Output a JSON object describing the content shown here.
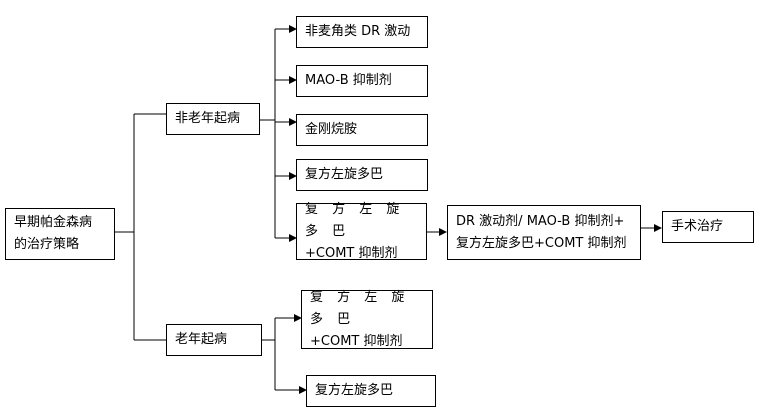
{
  "root": {
    "line1": "早期帕金森病",
    "line2": "的治疗策略"
  },
  "branches": {
    "young": {
      "label": "非老年起病"
    },
    "old": {
      "label": "老年起病"
    }
  },
  "young_options": [
    "非麦角类 DR 激动",
    "MAO-B 抑制剂",
    "金刚烷胺",
    "复方左旋多巴"
  ],
  "young_combo": {
    "line1": "复 方 左 旋 多 巴",
    "line2": "+COMT 抑制剂"
  },
  "escalation": {
    "line1": "DR 激动剂/ MAO-B 抑制剂+",
    "line2": "复方左旋多巴+COMT 抑制剂"
  },
  "surgery": {
    "label": "手术治疗"
  },
  "old_options": {
    "combo": {
      "line1": "复 方 左 旋 多 巴",
      "line2": "+COMT 抑制剂"
    },
    "single": "复方左旋多巴"
  },
  "colors": {
    "line": "#000000",
    "box_border": "#000000",
    "background": "#ffffff"
  }
}
